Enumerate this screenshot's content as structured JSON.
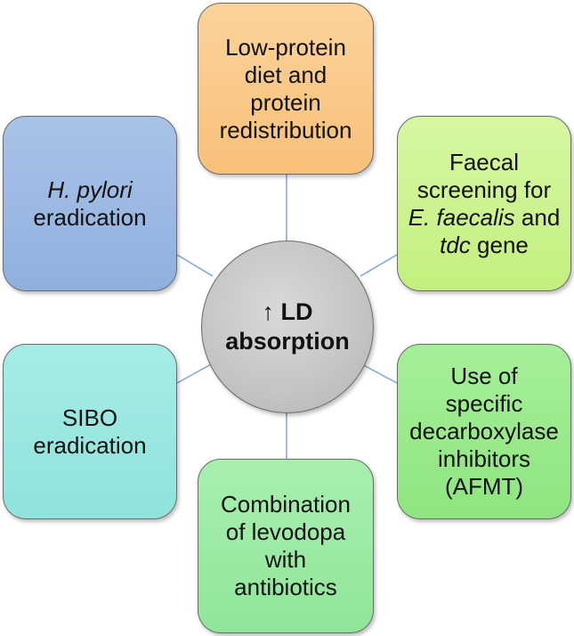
{
  "center": {
    "arrow": "↑",
    "line1": "LD",
    "line2": "absorption"
  },
  "nodes": {
    "top": {
      "lines": [
        "Low-protein",
        "diet and",
        "protein",
        "redistribution"
      ]
    },
    "top_left": {
      "italic": "H. pylori",
      "rest": "eradication"
    },
    "top_right": {
      "line1": "Faecal",
      "line2": "screening for",
      "line3_italic": "E. faecalis",
      "line3_rest": " and",
      "line4_italic": "tdc",
      "line4_rest": " gene"
    },
    "bottom_left": {
      "lines": [
        "SIBO",
        "eradication"
      ]
    },
    "bottom_right": {
      "lines": [
        "Use of",
        "specific",
        "decarboxylase",
        "inhibitors",
        "(AFMT)"
      ]
    },
    "bottom": {
      "lines": [
        "Combination",
        "of levodopa",
        "with",
        "antibiotics"
      ]
    }
  },
  "colors": {
    "top": "#f8c07a",
    "top_left": "#8fb0de",
    "top_right": "#c4ef7f",
    "bottom_left": "#8ee3db",
    "bottom_right": "#8fe57f",
    "bottom": "#8fe698",
    "center": "#c4c4c4",
    "connector": "#7aa6d6"
  }
}
